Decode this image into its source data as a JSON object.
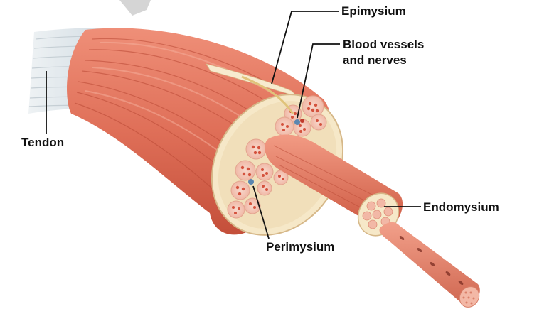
{
  "labels": {
    "epimysium": "Epimysium",
    "blood_vessels_line1": "Blood vessels",
    "blood_vessels_line2": "and nerves",
    "tendon": "Tendon",
    "endomysium": "Endomysium",
    "perimysium": "Perimysium"
  },
  "colors": {
    "muscle": "#d9644d",
    "muscle_light": "#f09a82",
    "muscle_dark": "#b8432f",
    "connective": "#f6e8c8",
    "tendon": "#dfe6ea",
    "blood_vessel": "#5b86b0"
  }
}
